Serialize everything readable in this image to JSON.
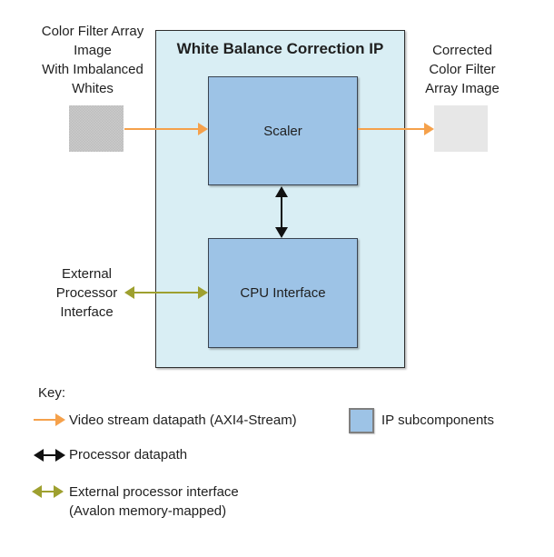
{
  "colors": {
    "page-bg": "#ffffff",
    "container-fill": "#d9eef4",
    "container-border": "#2e2e2e",
    "box-fill": "#9dc3e6",
    "box-border": "#3a4450",
    "text": "#1f1f1f",
    "orange": "#f5a14b",
    "black-arrow": "#111111",
    "olive": "#9ea02f",
    "input-image-fill": "#cccccc",
    "input-image-dot": "#bdbdbd",
    "output-image-fill": "#e7e7e7",
    "swatch-border": "#7f7f7f"
  },
  "diagram": {
    "title": "White Balance Correction IP",
    "blocks": {
      "scaler": "Scaler",
      "cpu": "CPU Interface"
    },
    "input_label_lines": [
      "Color Filter Array",
      "Image",
      "With Imbalanced",
      "Whites"
    ],
    "output_label_lines": [
      "Corrected",
      "Color Filter",
      "Array Image"
    ],
    "external_label_lines": [
      "External",
      "Processor",
      "Interface"
    ]
  },
  "key": {
    "heading": "Key:",
    "video_stream": "Video stream datapath (AXI4-Stream)",
    "ip_subcomponents": "IP subcomponents",
    "processor_datapath": "Processor datapath",
    "external_line1": "External processor interface",
    "external_line2": "(Avalon memory-mapped)"
  }
}
